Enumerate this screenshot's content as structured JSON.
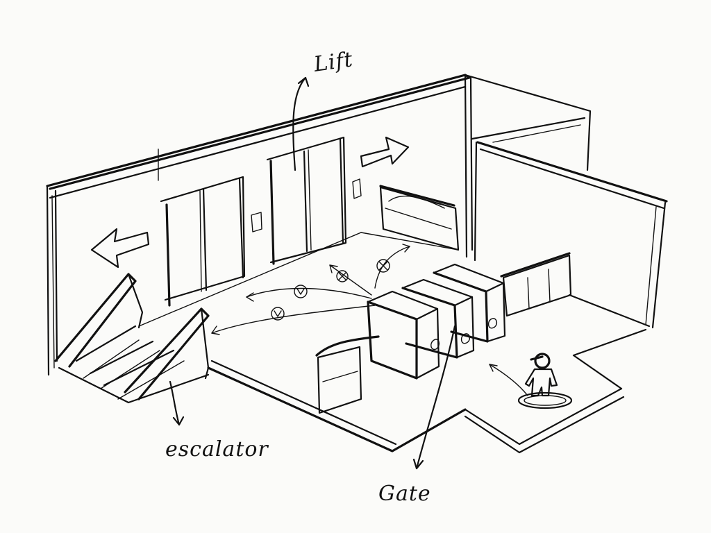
{
  "labels": {
    "lift": "Lift",
    "escalator": "escalator",
    "gate": "Gate"
  },
  "colors": {
    "ink": "#111111",
    "paper": "#fbfbf9"
  },
  "icons": {
    "direction_left": "arrow-left-icon",
    "direction_right": "arrow-right-icon",
    "person": "person-icon"
  }
}
